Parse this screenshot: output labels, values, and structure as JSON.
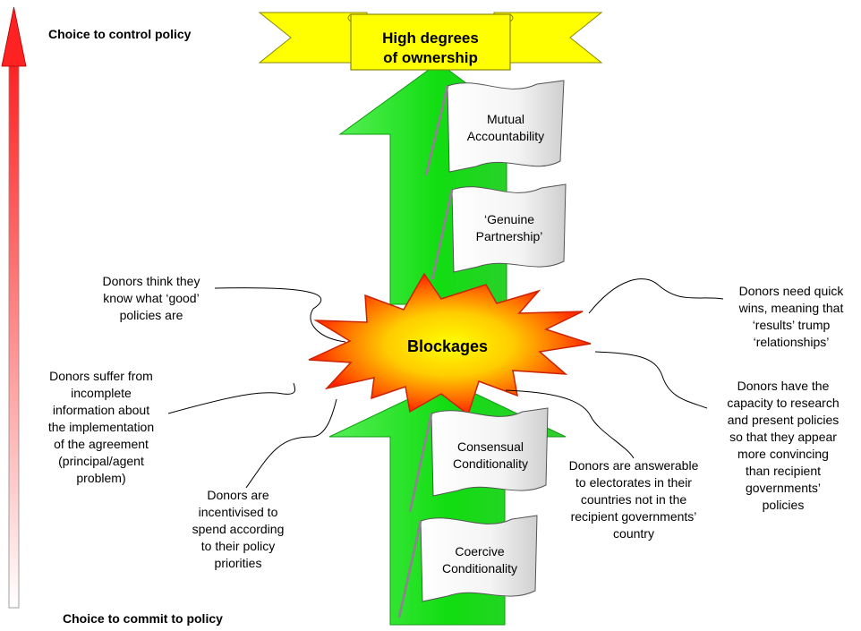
{
  "axis": {
    "top_label": "Choice to control policy",
    "bottom_label": "Choice to commit to policy"
  },
  "banner": {
    "line1": "High degrees",
    "line2": "of ownership"
  },
  "center": {
    "label": "Blockages"
  },
  "flags": {
    "mutual": {
      "line1": "Mutual",
      "line2": "Accountability"
    },
    "genuine": {
      "line1": "‘Genuine",
      "line2": "Partnership’"
    },
    "consensual": {
      "line1": "Consensual",
      "line2": "Conditionality"
    },
    "coercive": {
      "line1": "Coercive",
      "line2": "Conditionality"
    }
  },
  "notes": {
    "good_policies": {
      "line1": "Donors think they",
      "line2": "know what ‘good’",
      "line3": "policies are"
    },
    "incomplete_info": {
      "line1": "Donors suffer from",
      "line2": "incomplete",
      "line3": "information about",
      "line4": "the implementation",
      "line5": "of the agreement",
      "line6": "(principal/agent",
      "line7": "problem)"
    },
    "incentivised": {
      "line1": "Donors are",
      "line2": "incentivised to",
      "line3": "spend according",
      "line4": "to their policy",
      "line5": "priorities"
    },
    "answerable": {
      "line1": "Donors are answerable",
      "line2": "to electorates in their",
      "line3": "countries not in the",
      "line4": "recipient governments’",
      "line5": "country"
    },
    "quick_wins": {
      "line1": "Donors need quick",
      "line2": "wins, meaning that",
      "line3": "‘results’ trump",
      "line4": "‘relationships’"
    },
    "capacity": {
      "line1": "Donors have the",
      "line2": "capacity to research",
      "line3": "and present policies",
      "line4": "so that they appear",
      "line5": "more convincing",
      "line6": "than recipient",
      "line7": "governments’",
      "line8": "policies"
    }
  },
  "colors": {
    "arrow_green": "#22dd22",
    "banner_yellow": "#ffff00",
    "axis_red": "#ff2222",
    "burst_red": "#ff3300",
    "burst_yellow": "#ffff00"
  }
}
